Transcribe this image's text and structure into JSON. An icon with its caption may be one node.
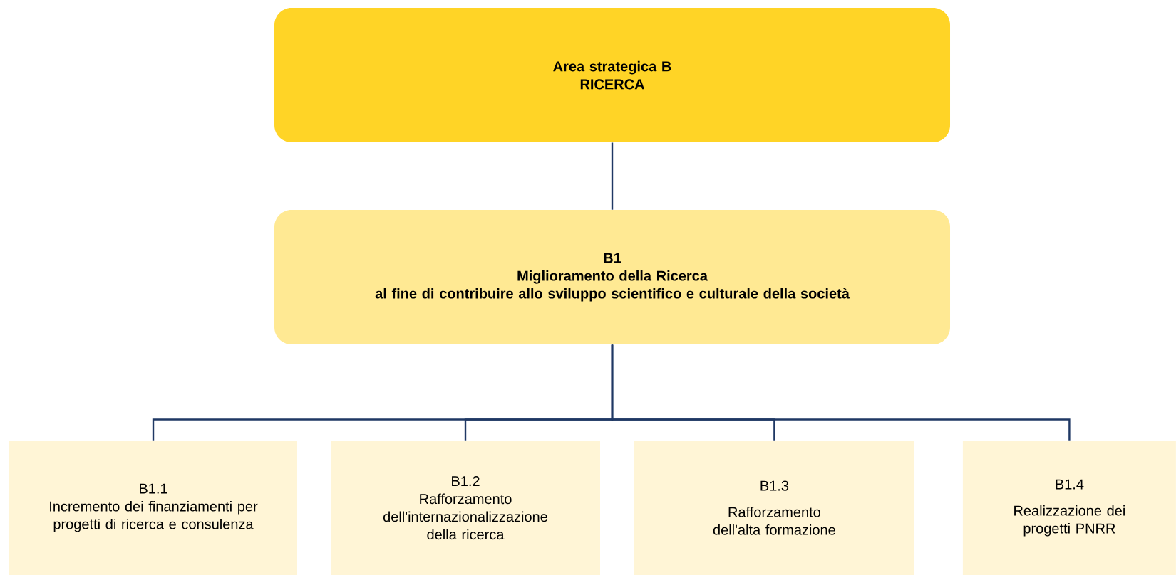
{
  "diagram": {
    "nodes": [
      {
        "text": [
          "Area strategica B",
          "RICERCA"
        ]
      },
      {
        "text": [
          "B1",
          "Miglioramento della Ricerca",
          "al fine di contribuire allo sviluppo scientifico e culturale della società"
        ]
      },
      {
        "text": [
          "B1.1",
          "Incremento dei finanziamenti per progetti di ricerca e consulenza"
        ]
      },
      {
        "text": [
          "B1.2",
          "Rafforzamento dell'internazionalizzazione della ricerca"
        ]
      },
      {
        "text": [
          "B1.3",
          "Rafforzamento dell'alta formazione"
        ]
      },
      {
        "text": [
          "B1.4",
          "Realizzazione dei progetti PNRR"
        ]
      }
    ],
    "edges": [
      {
        "from": 0,
        "to": 1,
        "arrow": "none"
      },
      {
        "from": 1,
        "to": 2,
        "arrow": "none"
      },
      {
        "from": 1,
        "to": 3,
        "arrow": "none"
      },
      {
        "from": 1,
        "to": 4,
        "arrow": "none"
      },
      {
        "from": 1,
        "to": 5,
        "arrow": "none"
      }
    ]
  }
}
